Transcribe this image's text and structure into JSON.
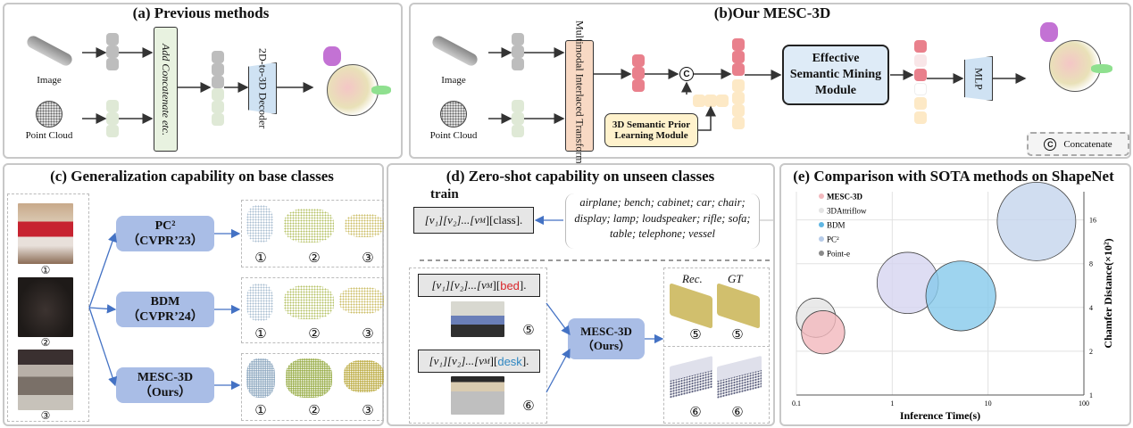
{
  "panel_a": {
    "title": "(a) Previous methods",
    "image_label": "Image",
    "pointcloud_label": "Point Cloud",
    "fusion_label": "Add Concatenate etc.",
    "decoder_label": "2D-to-3D Decoder"
  },
  "panel_b": {
    "title": "(b)Our MESC-3D",
    "image_label": "Image",
    "pointcloud_label": "Point Cloud",
    "transformer_label": "Multimodal Interlaced Transformer",
    "prior_module_label": "3D Semantic Prior Learning Module",
    "esmm_label": "Effective Semantic Mining Module",
    "mlp_label": "MLP",
    "concat_symbol": "C",
    "legend_concat": "Concatenate"
  },
  "panel_c": {
    "title": "(c) Generalization capability on base classes",
    "input_numbers": [
      "①",
      "②",
      "③"
    ],
    "methods": [
      {
        "name": "PC²",
        "venue": "（CVPR’23）"
      },
      {
        "name": "BDM",
        "venue": "（CVPR’24）"
      },
      {
        "name": "MESC-3D",
        "venue": "（Ours）"
      }
    ],
    "result_numbers": [
      "①",
      "②",
      "③"
    ]
  },
  "panel_d": {
    "title": "(d) Zero-shot capability on unseen classes",
    "train_label": "train",
    "train_prompt_prefix": "[v₁][v₂]...[v",
    "train_prompt_sub": "M",
    "train_prompt_suffix": "][class].",
    "classes_text": "airplane; bench; cabinet; car; chair; display; lamp; loudspeaker; rifle; sofa; table; telephone; vessel",
    "test_prompts": [
      {
        "prefix": "[v₁][v₂]...[v",
        "sub": "M",
        "mid": "][",
        "cls": "bed",
        "end": "].",
        "number": "⑤",
        "cls_color": "#d9262b"
      },
      {
        "prefix": "[v₁][v₂]...[v",
        "sub": "M",
        "mid": "][",
        "cls": "desk",
        "end": "].",
        "number": "⑥",
        "cls_color": "#2e86c1"
      }
    ],
    "model_name": "MESC-3D",
    "model_sub": "（Ours）",
    "rec_label": "Rec.",
    "gt_label": "GT",
    "numbers": [
      "⑤",
      "⑤",
      "⑥",
      "⑥"
    ]
  },
  "chart_data": {
    "type": "bubble",
    "title": "(e) Comparison with SOTA methods on ShapeNet",
    "xlabel": "Inference Time(s)",
    "ylabel": "Chamfer Distance(×10²)",
    "x_scale": "log",
    "y_scale": "log2",
    "xlim": [
      0.1,
      100
    ],
    "ylim": [
      1,
      25
    ],
    "x_ticks": [
      "0.1",
      "1",
      "10",
      "100"
    ],
    "x_tick_values": [
      0.1,
      1,
      10,
      100
    ],
    "y_ticks": [
      "1",
      "2",
      "4",
      "8",
      "16"
    ],
    "y_tick_values": [
      1,
      2,
      4,
      8,
      16
    ],
    "grid": true,
    "legend_placement": "top-left",
    "series": [
      {
        "name": "MESC-3D",
        "x": 0.19,
        "y": 2.7,
        "size": 0.55,
        "color": "#f2b8bd"
      },
      {
        "name": "3DAttriflow",
        "x": 0.16,
        "y": 3.4,
        "size": 0.5,
        "color": "#e4e4e4"
      },
      {
        "name": "BDM",
        "x": 5.2,
        "y": 4.8,
        "size": 0.89,
        "color": "#86c9eb"
      },
      {
        "name": "PC²",
        "x": 32,
        "y": 15.6,
        "size": 1.0,
        "color": "#c4d5ec"
      },
      {
        "name": "Point-e",
        "x": 1.45,
        "y": 5.9,
        "size": 0.78,
        "color": "#d6d4f0"
      }
    ],
    "legend_colors": [
      "#f2b8bd",
      "#e4e4e4",
      "#5fb6e3",
      "#b6cbe8",
      "#8a8a8a"
    ]
  }
}
